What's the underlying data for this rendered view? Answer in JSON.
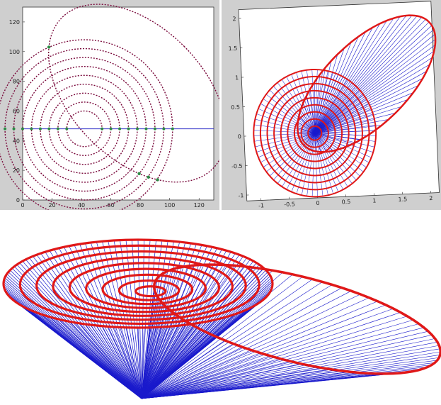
{
  "chart_data": [
    {
      "type": "line",
      "title": "",
      "xlabel": "",
      "ylabel": "",
      "xlim": [
        0,
        130
      ],
      "ylim": [
        0,
        130
      ],
      "x_ticks": [
        "0",
        "20",
        "40",
        "60",
        "80",
        "100",
        "120"
      ],
      "y_ticks": [
        "0",
        "20",
        "40",
        "60",
        "80",
        "100",
        "120"
      ],
      "grid": false,
      "colors": {
        "circles": "#7a0a3c",
        "points": "#2c8a45",
        "line": "#3030c8",
        "frame": "#cfcfcf"
      },
      "series": [
        {
          "kind": "concentric-circles",
          "center": [
            42,
            48
          ],
          "radii": [
            12,
            18,
            24,
            30,
            36,
            42,
            48,
            54,
            60
          ]
        },
        {
          "kind": "ellipse",
          "center": [
            78,
            72
          ],
          "semi_axes": [
            45,
            72
          ],
          "rotation_deg": 45
        },
        {
          "kind": "horizontal-line",
          "y": 48,
          "x_range": [
            0,
            130
          ]
        }
      ]
    },
    {
      "type": "line",
      "title": "",
      "xlabel": "",
      "ylabel": "",
      "xlim": [
        -1.25,
        2.15
      ],
      "ylim": [
        -1.1,
        2.15
      ],
      "x_ticks": [
        "-1",
        "-0.5",
        "0",
        "0.5",
        "1",
        "1.5",
        "2"
      ],
      "y_ticks": [
        "-1",
        "-0.5",
        "0",
        "0.5",
        "1",
        "1.5",
        "2"
      ],
      "grid": false,
      "colors": {
        "circles": "#e01818",
        "spokes": "#1a1acc",
        "frame": "#cfcfcf"
      },
      "series": [
        {
          "kind": "concentric-circles",
          "center": [
            0,
            0
          ],
          "radii": [
            0.12,
            0.24,
            0.36,
            0.48,
            0.6,
            0.72,
            0.84,
            0.96,
            1.08
          ]
        },
        {
          "kind": "ellipse",
          "center": [
            0.95,
            0.8
          ],
          "semi_axes": [
            1.55,
            0.7
          ],
          "rotation_deg": 42
        },
        {
          "kind": "spokes",
          "origin": [
            0,
            0
          ]
        }
      ]
    },
    {
      "type": "line",
      "title": "",
      "colors": {
        "circles": "#e01818",
        "spokes": "#1a1acc"
      },
      "series": [
        {
          "kind": "concentric-circles-3d",
          "rings": 9
        },
        {
          "kind": "ellipse-3d"
        },
        {
          "kind": "cone-spokes"
        }
      ]
    }
  ]
}
